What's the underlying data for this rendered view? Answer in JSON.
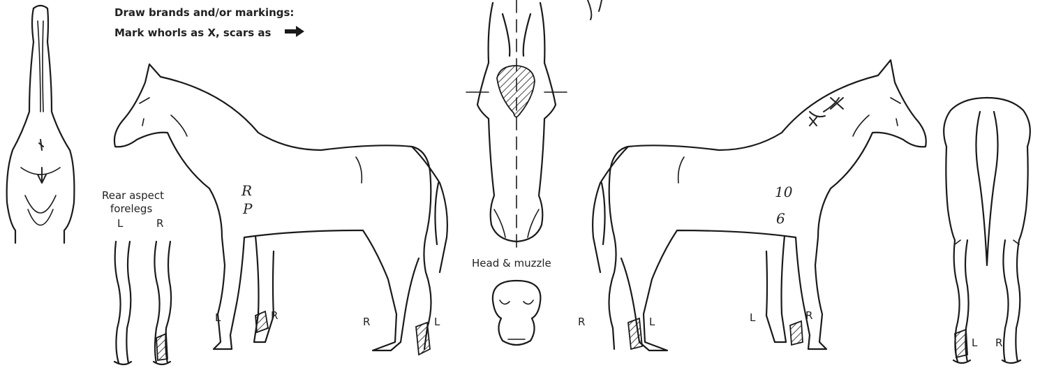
{
  "instructions": {
    "line1": "Draw brands and/or markings:",
    "line2": "Mark whorls as X, scars as"
  },
  "rear_forelegs": {
    "title_line1": "Rear aspect",
    "title_line2": "forelegs",
    "left": "L",
    "right": "R"
  },
  "left_side_horse": {
    "fore_left": "L",
    "fore_right": "R",
    "hind_right": "R",
    "hind_left": "L",
    "handwriting_1": "R",
    "handwriting_2": "P"
  },
  "head": {
    "caption": "Head & muzzle"
  },
  "right_side_horse": {
    "fore_right": "R",
    "fore_left": "L",
    "hind_left": "L",
    "hind_right": "R",
    "handwriting_1": "10",
    "handwriting_2": "6"
  },
  "rear_view": {
    "left": "L",
    "right": "R"
  },
  "colors": {
    "ink": "#1a1a1a",
    "background": "#ffffff"
  }
}
